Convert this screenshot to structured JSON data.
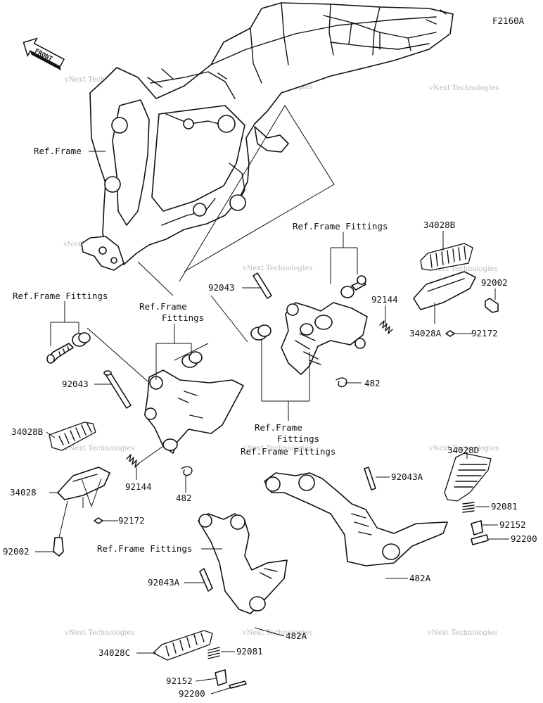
{
  "diagram": {
    "code": "F2160A",
    "front_arrow": "FRONT",
    "watermark": "vNext Technologies",
    "labels": {
      "ref_frame": "Ref.Frame",
      "ref_frame_fittings": "Ref.Frame Fittings",
      "fittings": "Fittings",
      "p34028B": "34028B",
      "p34028": "34028",
      "p34028A": "34028A",
      "p34028C": "34028C",
      "p34028D": "34028D",
      "p92043": "92043",
      "p92043A": "92043A",
      "p92144": "92144",
      "p92002": "92002",
      "p92172": "92172",
      "p482": "482",
      "p482A": "482A",
      "p92081": "92081",
      "p92152": "92152",
      "p92200": "92200"
    }
  }
}
